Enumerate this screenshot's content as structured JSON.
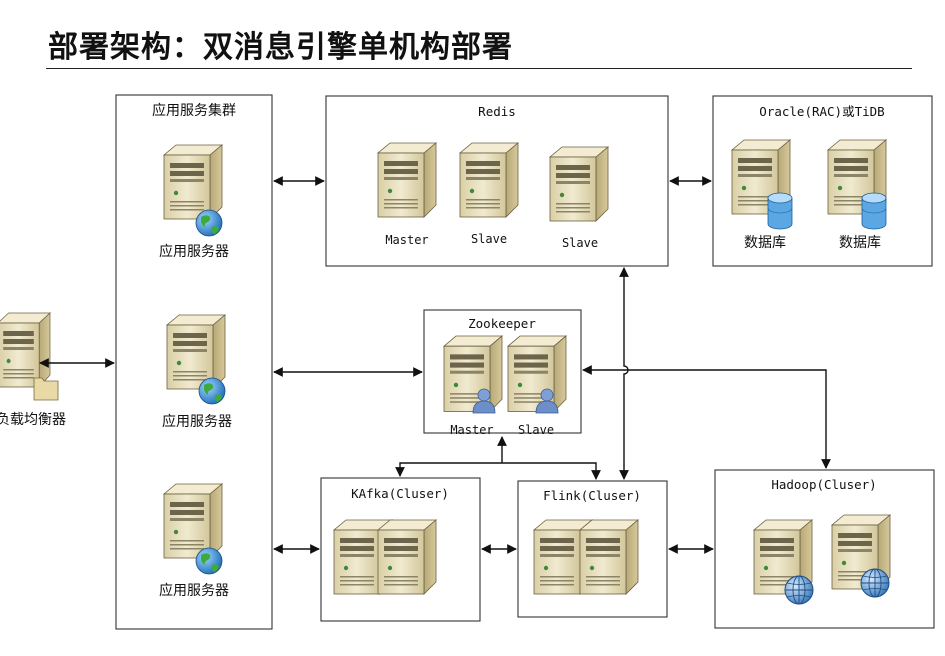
{
  "title": "部署架构：双消息引擎单机构部署",
  "load_balancer": {
    "label": "负载均衡器"
  },
  "app_cluster": {
    "title": "应用服务集群",
    "servers": [
      {
        "label": "应用服务器"
      },
      {
        "label": "应用服务器"
      },
      {
        "label": "应用服务器"
      }
    ]
  },
  "redis": {
    "title": "Redis",
    "nodes": [
      {
        "label": "Master"
      },
      {
        "label": "Slave"
      },
      {
        "label": "Slave"
      }
    ]
  },
  "database": {
    "title": "Oracle(RAC)或TiDB",
    "nodes": [
      {
        "label": "数据库"
      },
      {
        "label": "数据库"
      }
    ]
  },
  "zookeeper": {
    "title": "Zookeeper",
    "nodes": [
      {
        "label": "Master"
      },
      {
        "label": "Slave"
      }
    ]
  },
  "kafka": {
    "title": "KAfka(Cluser)"
  },
  "flink": {
    "title": "Flink(Cluser)"
  },
  "hadoop": {
    "title": "Hadoop(Cluser)"
  },
  "colors": {
    "server_front": "#e6ddb7",
    "server_side": "#c8b98a",
    "server_top": "#f3ecd2",
    "globe": "#2e8fd0",
    "globe_land": "#3faa3c",
    "db": "#5aa7e3",
    "user": "#6c8fc9",
    "folder": "#e9d9a6"
  }
}
